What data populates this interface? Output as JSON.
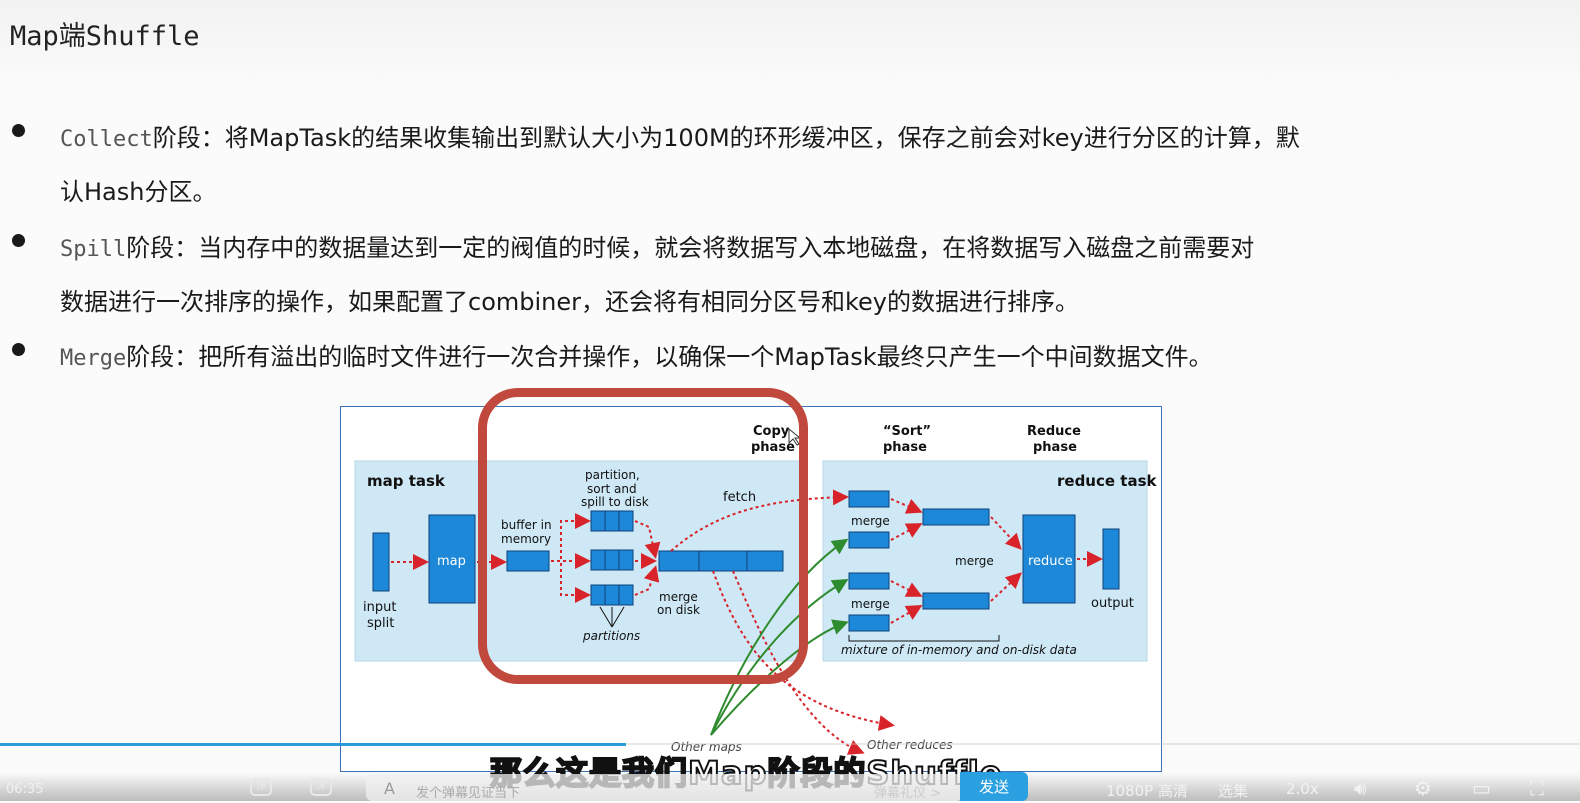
{
  "slide": {
    "title": "Map端Shuffle",
    "bullets": [
      {
        "term": "Collect",
        "line1": "阶段：将MapTask的结果收集输出到默认大小为100M的环形缓冲区，保存之前会对key进行分区的计算，默",
        "line2": "认Hash分区。"
      },
      {
        "term": "Spill",
        "line1": "阶段：当内存中的数据量达到一定的阀值的时候，就会将数据写入本地磁盘，在将数据写入磁盘之前需要对",
        "line2": "数据进行一次排序的操作，如果配置了combiner，还会将有相同分区号和key的数据进行排序。"
      },
      {
        "term": "Merge",
        "line1": "阶段：把所有溢出的临时文件进行一次合并操作，以确保一个MapTask最终只产生一个中间数据文件。",
        "line2": ""
      }
    ]
  },
  "diagram": {
    "phase_copy": [
      "Copy",
      "phase"
    ],
    "phase_sort": [
      "“Sort”",
      "phase"
    ],
    "phase_reduce": [
      "Reduce",
      "phase"
    ],
    "map_task": "map task",
    "reduce_task": "reduce task",
    "input_split": [
      "input",
      "split"
    ],
    "map": "map",
    "buffer": [
      "buffer in",
      "memory"
    ],
    "partition_sort": [
      "partition,",
      "sort and",
      "spill to disk"
    ],
    "partitions": "partitions",
    "merge_on_disk": [
      "merge",
      "on disk"
    ],
    "fetch": "fetch",
    "merge1": "merge",
    "merge2": "merge",
    "merge_center": "merge",
    "reduce": "reduce",
    "output": "output",
    "mixture": "mixture of in-memory and on-disk data",
    "other_maps": "Other maps",
    "other_reduces": "Other reduces"
  },
  "player": {
    "subtitle": "那么这是我们Map阶段的Shuffle",
    "time": "06:35",
    "progress_fraction": 0.396,
    "danmu_icon_1": "弹",
    "danmu_icon_2": "弹",
    "danmu_a": "A",
    "danmu_placeholder": "发个弹幕见证当下",
    "etiquette": "弹幕礼仪 >",
    "send": "发送",
    "quality": "1080P 高清",
    "episodes": "选集",
    "speed": "2.0x"
  }
}
